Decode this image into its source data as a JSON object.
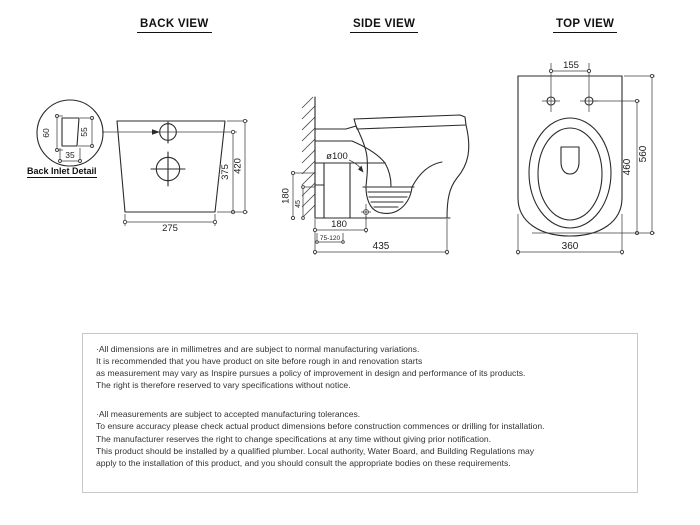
{
  "views": {
    "back": {
      "title": "BACK VIEW"
    },
    "side": {
      "title": "SIDE VIEW"
    },
    "top": {
      "title": "TOP VIEW"
    }
  },
  "back_view": {
    "inlet_detail": {
      "label": "Back Inlet Detail",
      "height_outer": "60",
      "height_inner": "55",
      "width": "35"
    },
    "tank_width": "275",
    "inlet_center_height": "375",
    "overall_height": "420"
  },
  "side_view": {
    "outlet_diameter": "ø100",
    "inlet_height": "180",
    "outlet_offset": "45",
    "trap_setout": "180",
    "setout_range": "75-120",
    "overall_depth": "435"
  },
  "top_view": {
    "fixing_centres": "155",
    "fixings_to_front": "460",
    "overall_length": "560",
    "overall_width": "360"
  },
  "notes": {
    "para1": [
      "·All dimensions are in millimetres and are subject to normal manufacturing variations.",
      "It is recommended that you have product on site before rough in and renovation starts",
      "as measurement may vary as Inspire pursues a policy of improvement in design and performance of its products.",
      "The right is therefore reserved to vary specifications without notice."
    ],
    "para2": [
      "·All measurements are subject to accepted manufacturing tolerances.",
      "To ensure accuracy please check actual product dimensions before construction commences or drilling for installation.",
      "The manufacturer reserves the right to change specifications at any time without giving prior notification.",
      "This product should be installed by a qualified plumber. Local authority, Water Board, and Building Regulations may",
      "apply to the installation of this product, and you should consult the appropriate bodies on these requirements."
    ]
  }
}
